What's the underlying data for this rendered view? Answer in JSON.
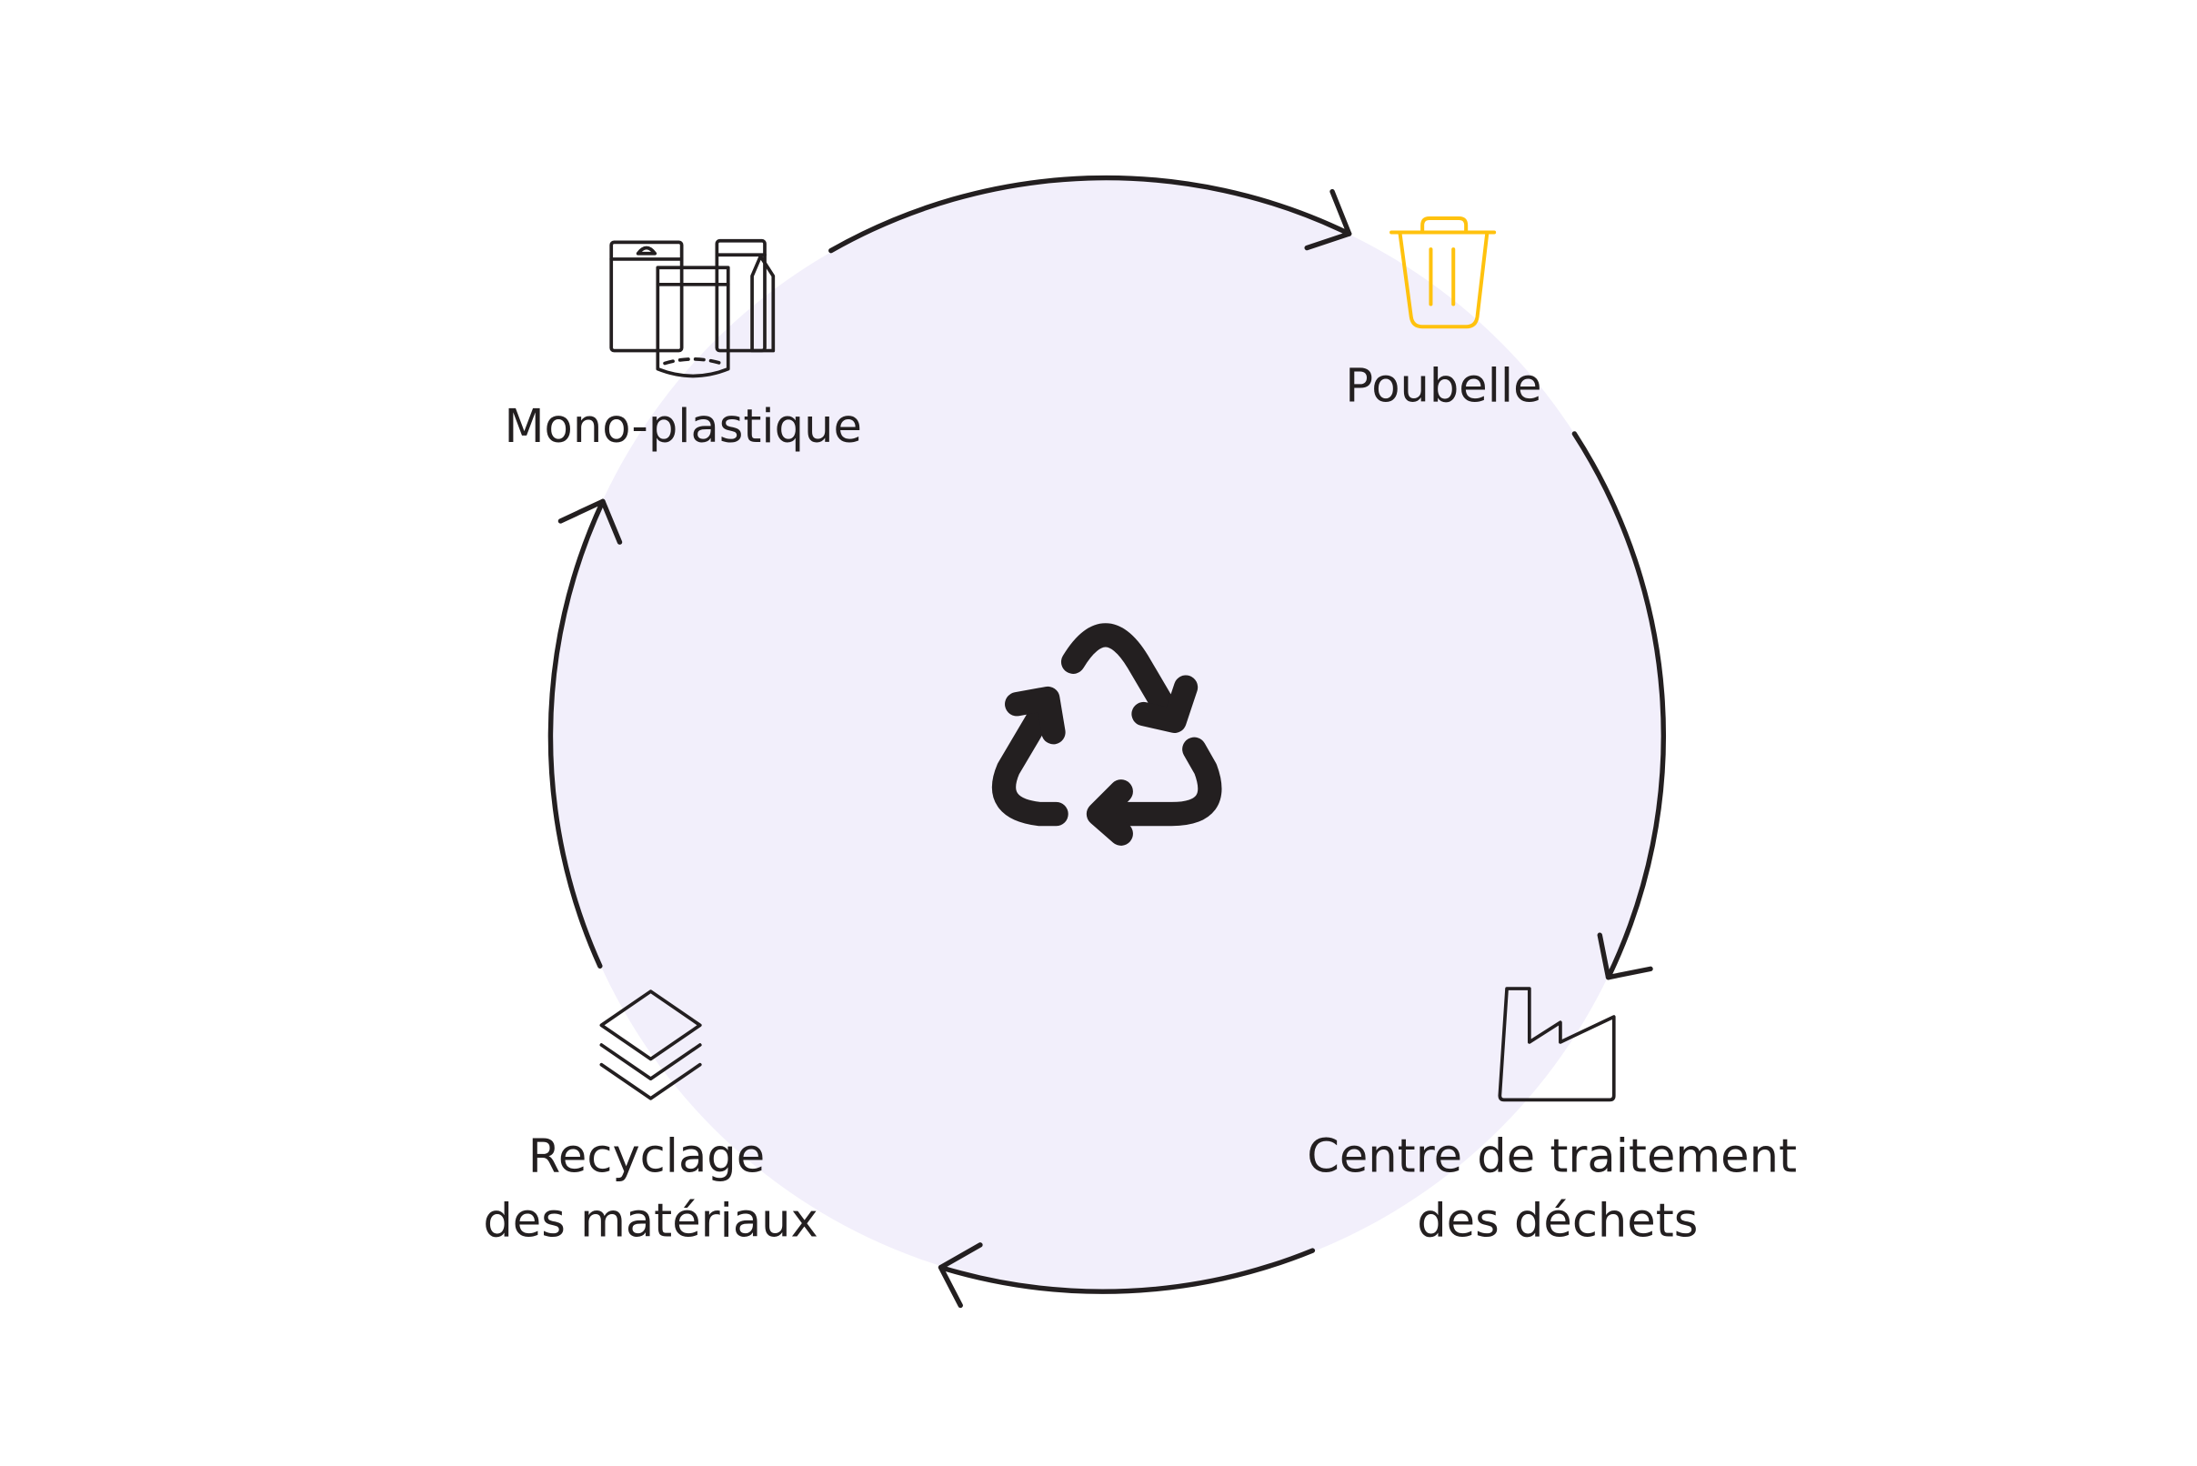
{
  "colors": {
    "circle_fill": "#f2effb",
    "stroke": "#231f20",
    "accent": "#ffc20e"
  },
  "center_icon": "recycle-icon",
  "steps": [
    {
      "label": "Mono-plastique",
      "icon": "packaging-pouches-icon"
    },
    {
      "label": "Poubelle",
      "icon": "trash-bin-icon"
    },
    {
      "label_line1": "Centre de traitement",
      "label_line2": "des déchets",
      "icon": "factory-icon"
    },
    {
      "label_line1": "Recyclage",
      "label_line2": "des matériaux",
      "icon": "layers-icon"
    }
  ]
}
